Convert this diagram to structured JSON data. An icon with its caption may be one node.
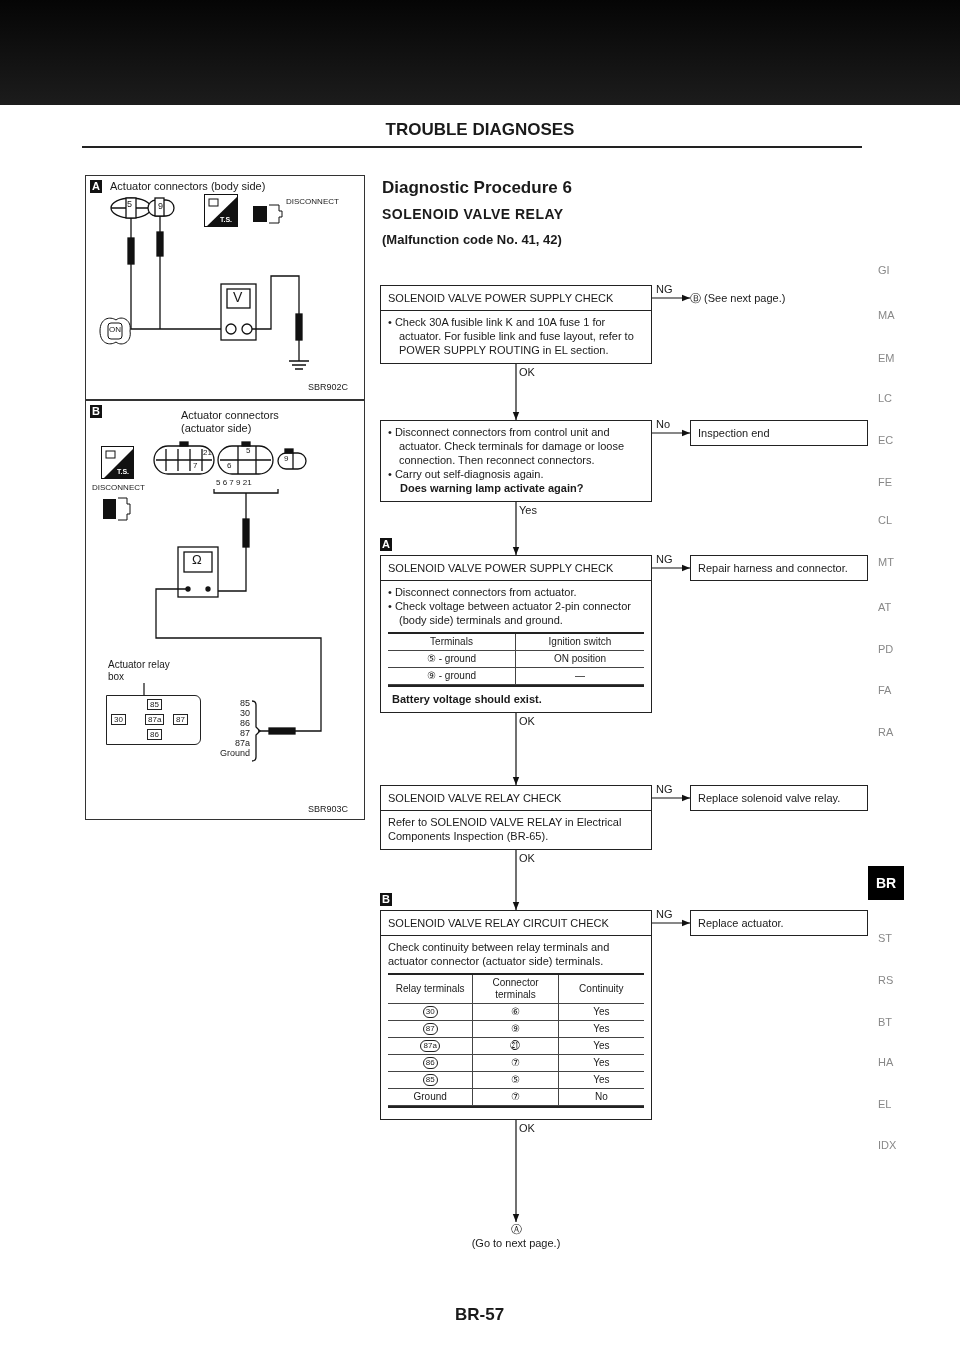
{
  "diagram": {
    "title": "TROUBLE DIAGNOSES",
    "nodes": [
      {
        "text": [
          "SOLENOID VALVE POWER SUPPLY CHECK",
          "• Check 30A fusible link K and 10A fuse 1 for actuator. For fusible link and fuse layout, refer to POWER SUPPLY ROUTING in EL section."
        ]
      },
      {
        "text": [
          "Ⓑ (See next page.)"
        ]
      },
      {
        "text": [
          "• Disconnect connectors from control unit and actuator. Check terminals for damage or loose connection. Then reconnect connectors.",
          "• Carry out self-diagnosis again.",
          "Does warning lamp activate again?"
        ]
      },
      {
        "text": [
          "Inspection end"
        ]
      },
      {
        "text": [
          "SOLENOID VALVE POWER SUPPLY CHECK",
          "• Disconnect connectors from actuator.",
          "• Check voltage between actuator 2-pin connector (body side) terminals and ground.",
          "Terminals",
          "Ignition switch",
          "⑤ - ground",
          "ON position",
          "⑨ - ground",
          "—",
          "Battery voltage should exist."
        ],
        "beside": [
          "A"
        ]
      },
      {
        "text": [
          "Repair harness and connector."
        ]
      },
      {
        "text": [
          "SOLENOID VALVE RELAY CHECK",
          "Refer to SOLENOID VALVE RELAY in Electrical Components Inspection (BR-65)."
        ]
      },
      {
        "text": [
          "Replace solenoid valve relay."
        ]
      },
      {
        "text": [
          "SOLENOID VALVE RELAY CIRCUIT CHECK",
          "Check continuity between relay terminals and actuator connector (actuator side) terminals.",
          "Relay terminals",
          "Connector terminals",
          "Continuity",
          "30",
          "⑥",
          "Yes",
          "87",
          "⑨",
          "Yes",
          "87a",
          "㉑",
          "Yes",
          "86",
          "⑦",
          "Yes",
          "85",
          "⑤",
          "Yes",
          "Ground",
          "⑦",
          "No"
        ],
        "beside": [
          "B"
        ]
      },
      {
        "text": [
          "Replace actuator."
        ]
      },
      {
        "text": [
          "Ⓐ",
          "(Go to next page.)"
        ]
      },
      {
        "text": [
          "A",
          "Actuator connectors (body side)",
          "5",
          "9",
          "T.S.",
          "DISCONNECT",
          "V",
          "ON",
          "SBR902C"
        ]
      },
      {
        "text": [
          "B",
          "Actuator connectors (actuator side)",
          "T.S.",
          "DISCONNECT",
          "21",
          "7",
          "5",
          "6",
          "9",
          "5 6 7 9 21",
          "Ω",
          "85",
          "30",
          "86",
          "87",
          "87a",
          "Ground",
          "SBR903C"
        ]
      },
      {
        "text": [
          "Actuator relay box"
        ],
        "in": 12
      },
      {
        "text": [
          "85",
          "30",
          "87a",
          "87",
          "86"
        ],
        "in": 12
      }
    ],
    "edges": [
      {
        "from": 0,
        "to": 1,
        "arrow": "to",
        "label": "NG"
      },
      {
        "from": 0,
        "to": 2,
        "arrow": "to",
        "label": "OK"
      },
      {
        "from": 2,
        "to": 3,
        "arrow": "to",
        "label": "No"
      },
      {
        "from": 2,
        "to": 4,
        "arrow": "to",
        "label": "Yes"
      },
      {
        "from": 4,
        "to": 5,
        "arrow": "to",
        "label": "NG"
      },
      {
        "from": 4,
        "to": 6,
        "arrow": "to",
        "label": "OK"
      },
      {
        "from": 6,
        "to": 7,
        "arrow": "to",
        "label": "NG"
      },
      {
        "from": 6,
        "to": 8,
        "arrow": "to",
        "label": "OK"
      },
      {
        "from": 8,
        "to": 9,
        "arrow": "to",
        "label": "NG"
      },
      {
        "from": 8,
        "to": 10,
        "arrow": "to",
        "label": "OK"
      },
      {
        "from": 13,
        "to": 14,
        "arrow": "none"
      }
    ],
    "labels": [
      "Diagnostic Procedure 6",
      "SOLENOID VALVE RELAY",
      "(Malfunction code No. 41, 42)",
      "GI",
      "MA",
      "EM",
      "LC",
      "EC",
      "FE",
      "CL",
      "MT",
      "AT",
      "PD",
      "FA",
      "RA",
      "BR",
      "ST",
      "RS",
      "BT",
      "HA",
      "EL",
      "IDX",
      "BR-57"
    ]
  }
}
